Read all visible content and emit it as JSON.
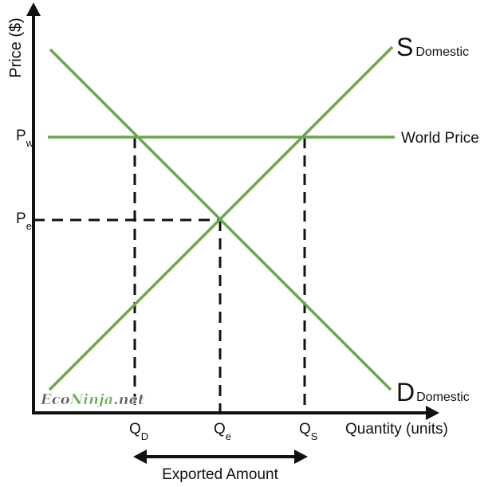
{
  "chart_data": {
    "type": "diagram",
    "axes": {
      "y_label": "Price ($)",
      "x_label": "Quantity (units)"
    },
    "price_labels": {
      "world": {
        "main": "P",
        "sub": "w"
      },
      "equilibrium": {
        "main": "P",
        "sub": "e"
      }
    },
    "quantity_labels": {
      "demanded": {
        "main": "Q",
        "sub": "D"
      },
      "equilibrium": {
        "main": "Q",
        "sub": "e"
      },
      "supplied": {
        "main": "Q",
        "sub": "S"
      }
    },
    "curves": {
      "supply": {
        "main": "S",
        "sub": "Domestic"
      },
      "demand": {
        "main": "D",
        "sub": "Domestic"
      },
      "world_price": "World Price"
    },
    "annotation": "Exported Amount",
    "watermark": {
      "part1": "Eco",
      "part2": "Ninja",
      "part3": ".net"
    },
    "colors": {
      "curve": "#6aa84f",
      "axis": "#111111",
      "watermark_dark": "#5a5a5a",
      "watermark_accent": "#6aa84f"
    }
  }
}
